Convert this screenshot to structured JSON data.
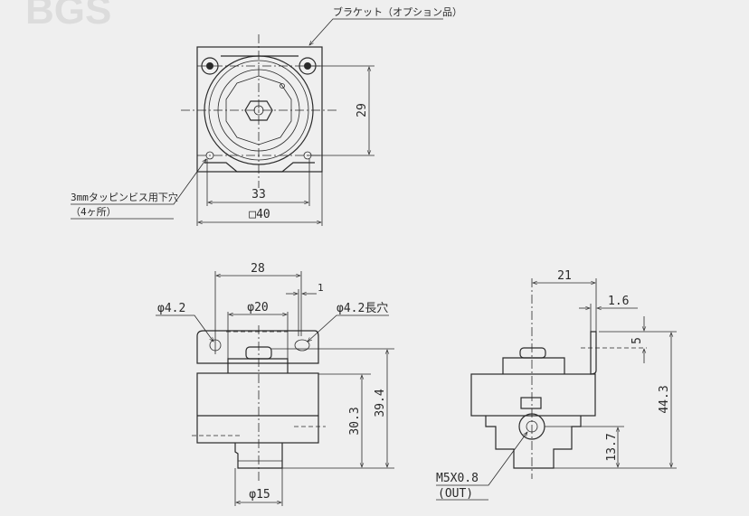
{
  "watermark": "BGS",
  "top_view": {
    "bracket_label": "ブラケット（オプション品）",
    "tap_hole_label": "3mmタッピンビス用下穴",
    "tap_hole_count": "（4ヶ所）",
    "dim_height": "29",
    "dim_hole_pitch": "33",
    "dim_square": "□40"
  },
  "front_view": {
    "dim_28": "28",
    "dim_1": "1",
    "dim_phi20": "φ20",
    "hole_left": "φ4.2",
    "hole_right": "φ4.2長穴",
    "dim_30_3": "30.3",
    "dim_39_4": "39.4",
    "dim_phi15": "φ15"
  },
  "side_view": {
    "dim_21": "21",
    "dim_1_6": "1.6",
    "dim_5": "5",
    "dim_44_3": "44.3",
    "dim_13_7": "13.7",
    "port_thread": "M5X0.8",
    "port_name": "(OUT)"
  }
}
